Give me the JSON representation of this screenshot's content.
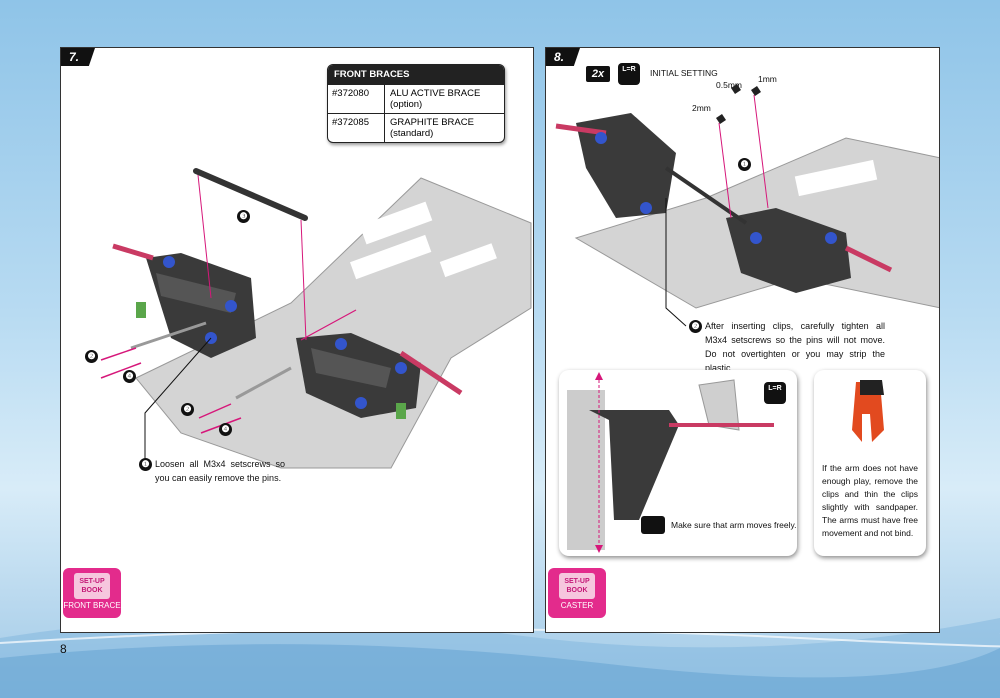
{
  "page_number": "8",
  "step7": {
    "number": "7.",
    "parts_table": {
      "title": "FRONT BRACES",
      "rows": [
        {
          "part": "#372080",
          "desc": "ALU ACTIVE BRACE (option)"
        },
        {
          "part": "#372085",
          "desc": "GRAPHITE BRACE (standard)"
        }
      ]
    },
    "callouts": [
      "❸",
      "❷",
      "❹",
      "❷",
      "❹"
    ],
    "note_badge": "❶",
    "note": "Loosen all M3x4 setscrews so you can easily remove the pins.",
    "setup_book": {
      "icon_text": "SET-UP BOOK",
      "label": "FRONT BRACE"
    }
  },
  "step8": {
    "number": "8.",
    "quantity": "2x",
    "lr_icon": "L=R",
    "initial_setting": "INITIAL SETTING",
    "clip_sizes": [
      "0.5mm",
      "1mm",
      "2mm"
    ],
    "callout_1": "❶",
    "note_badge": "❷",
    "note": "After inserting clips, carefully tighten all M3x4 setscrews so the pins will not move. Do not overtighten or you may strip the plastic.",
    "arm_box": {
      "lr_icon": "L=R",
      "caption": "Make sure that arm moves freely."
    },
    "clip_box": {
      "caption": "If the arm does not have enough play, remove the clips and thin the clips slightly with sandpaper. The arms must have free movement and not bind."
    },
    "setup_book": {
      "icon_text": "SET-UP BOOK",
      "label": "CASTER"
    }
  },
  "colors": {
    "accent": "#e32b8c",
    "arrow": "#d6177a",
    "dark": "#111111"
  }
}
